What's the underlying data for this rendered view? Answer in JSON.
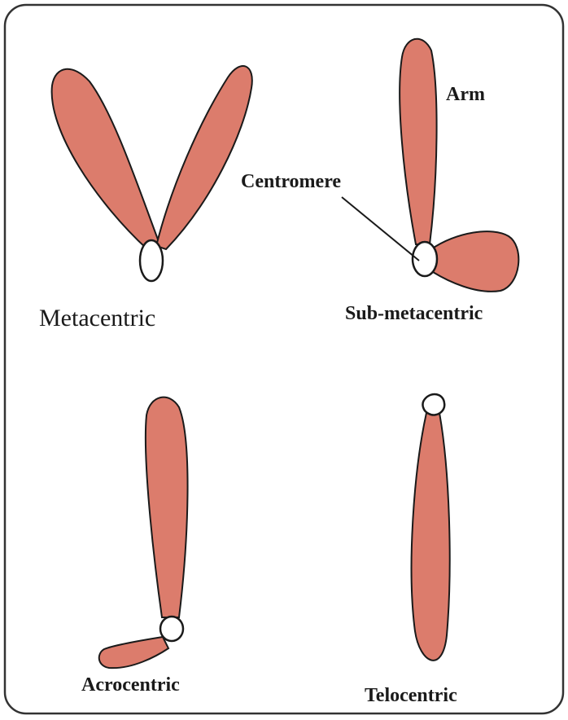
{
  "colors": {
    "chromosome_fill": "#dc7c6c",
    "outline": "#1a1a1a",
    "centromere_fill": "#ffffff",
    "border": "#333333",
    "background": "#ffffff"
  },
  "labels": {
    "metacentric": "Metacentric",
    "sub_metacentric": "Sub-metacentric",
    "acrocentric": "Acrocentric",
    "telocentric": "Telocentric",
    "arm": "Arm",
    "centromere": "Centromere"
  }
}
